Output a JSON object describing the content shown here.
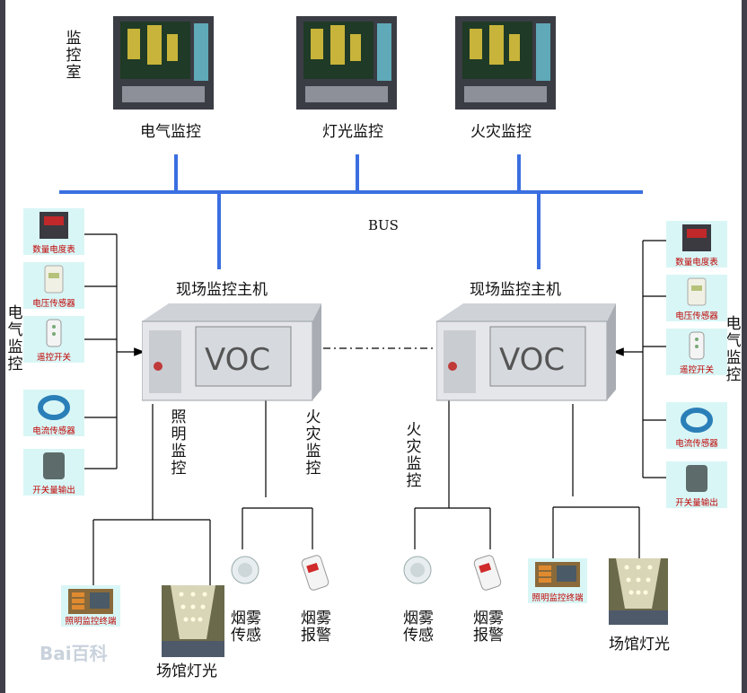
{
  "control_room": {
    "label": "监控室"
  },
  "workstations": [
    {
      "label": "电气监控"
    },
    {
      "label": "灯光监控"
    },
    {
      "label": "火灾监控"
    }
  ],
  "bus": {
    "label": "BUS",
    "color": "#3b6fe0"
  },
  "hosts": [
    {
      "label": "现场监控主机"
    },
    {
      "label": "现场监控主机"
    }
  ],
  "electrical_left": {
    "label": "电气监控",
    "devices": [
      "数量电度表",
      "电压传感器",
      "遥控开关",
      "电流传感器",
      "开关量输出"
    ]
  },
  "electrical_right": {
    "label": "电气监控",
    "devices": [
      "数量电度表",
      "电压传感器",
      "遥控开关",
      "电流传感器",
      "开关量输出"
    ]
  },
  "lighting_left": {
    "label": "照明监控",
    "panel_caption": "照明监控终端",
    "lamp_label": "场馆灯光"
  },
  "lighting_right": {
    "panel_caption": "照明监控终端",
    "lamp_label": "场馆灯光"
  },
  "fire_left": {
    "label": "火灾监控",
    "detector": "烟雾传感",
    "alarm": "烟雾报警"
  },
  "fire_right": {
    "label": "火灾监控",
    "detector": "烟雾传感",
    "alarm": "烟雾报警"
  },
  "watermark": "Bai百科",
  "colors": {
    "device_bg": "#d9f6f6",
    "device_caption": "#c00000",
    "panel_bg": "#e6e6e6"
  }
}
